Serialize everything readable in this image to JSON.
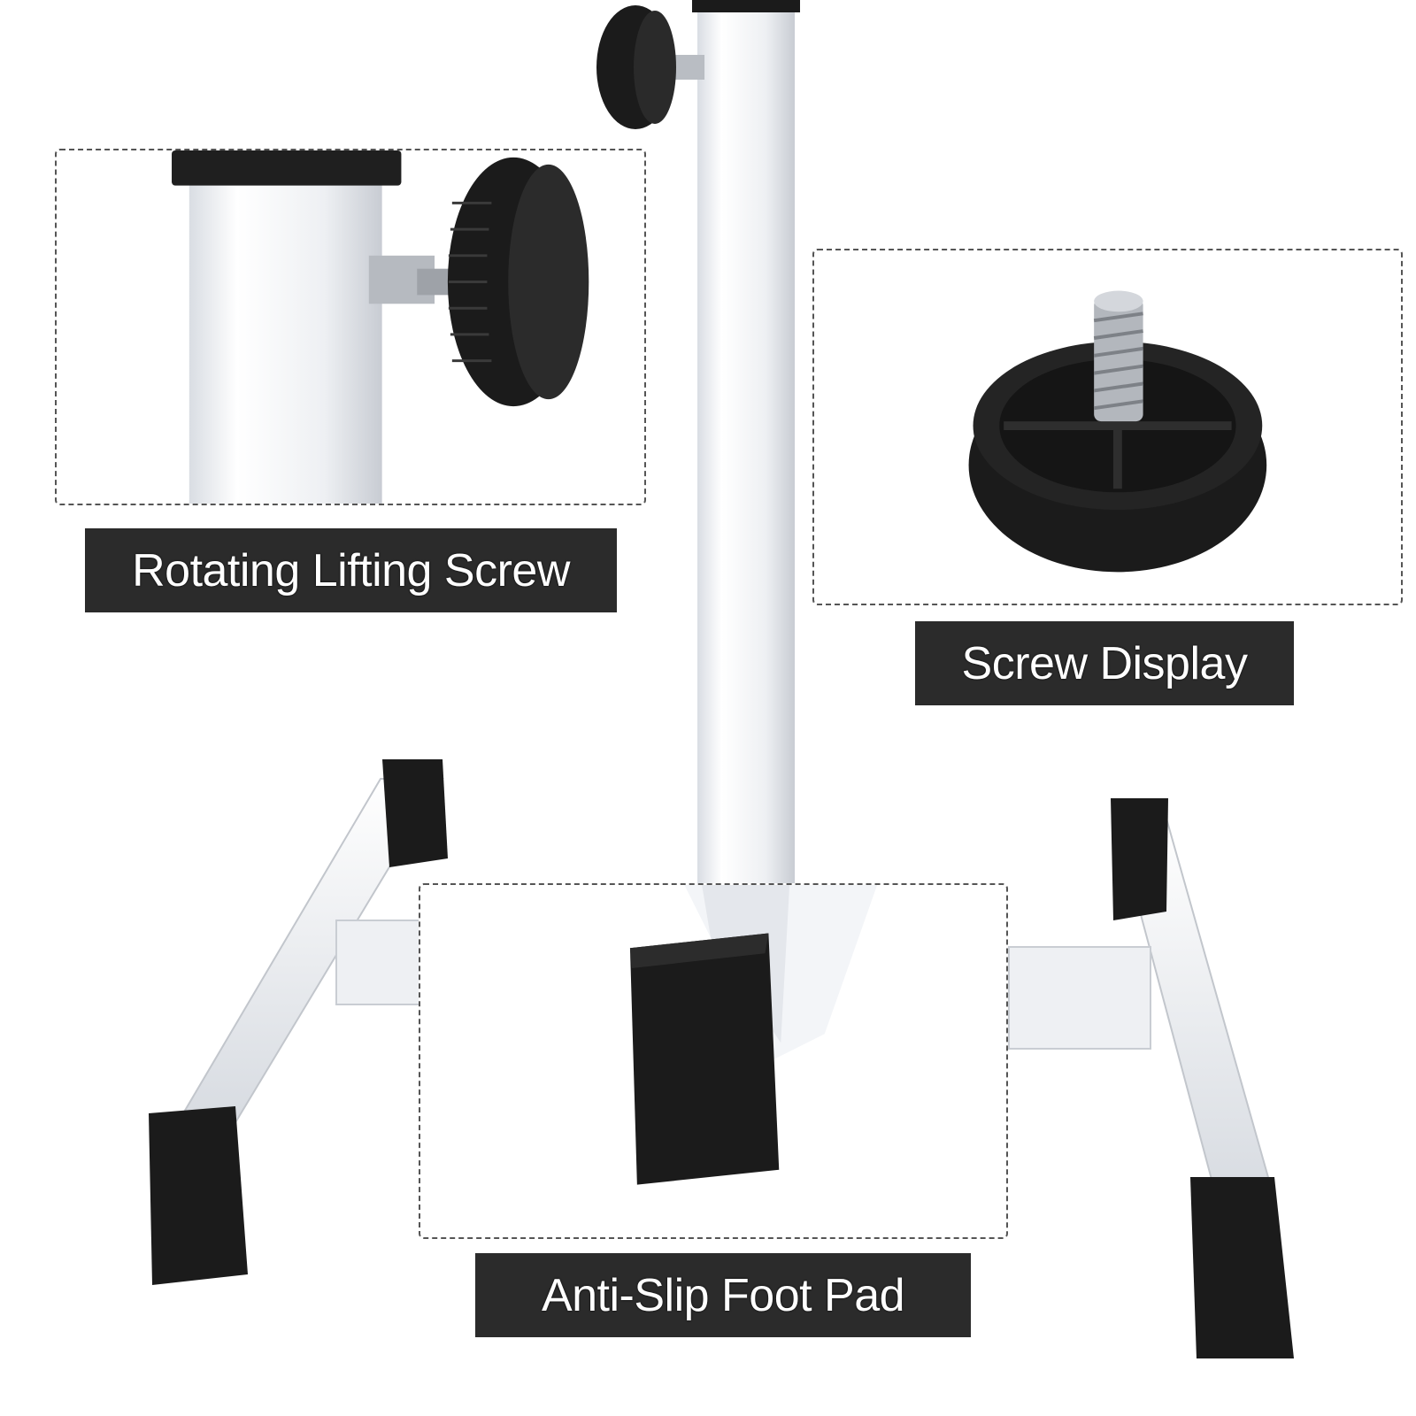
{
  "callouts": {
    "lifting_screw": {
      "label": "Rotating Lifting Screw"
    },
    "screw_display": {
      "label": "Screw Display"
    },
    "foot_pad": {
      "label": "Anti-Slip Foot Pad"
    }
  },
  "colors": {
    "label_background": "#2b2b2b",
    "label_text": "#ffffff",
    "frame_border": "#555555",
    "tube_white": "#eef0f3",
    "rubber_black": "#1b1b1b"
  },
  "icons": {
    "lifting": "knob-icon",
    "screw": "threaded-screw-icon",
    "foot": "foot-pad-icon"
  }
}
